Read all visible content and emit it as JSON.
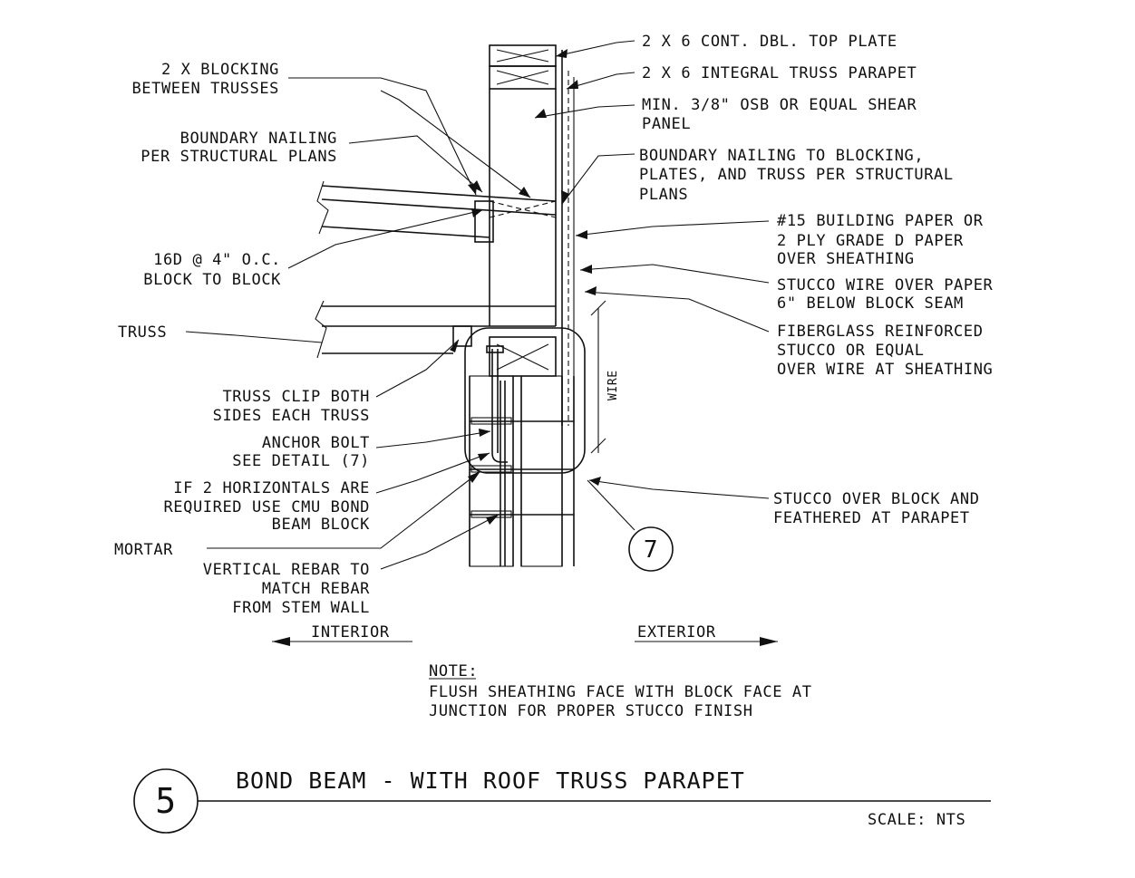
{
  "labels": {
    "top_plate": "2 X 6 CONT. DBL. TOP PLATE",
    "truss_parapet": "2 X 6 INTEGRAL TRUSS PARAPET",
    "osb_1": "MIN. 3/8\" OSB OR EQUAL SHEAR",
    "osb_2": "PANEL",
    "boundary_to_blocking_1": "BOUNDARY NAILING TO BLOCKING,",
    "boundary_to_blocking_2": "PLATES, AND TRUSS PER STRUCTURAL",
    "boundary_to_blocking_3": "PLANS",
    "building_paper_1": "#15 BUILDING PAPER OR",
    "building_paper_2": "2 PLY GRADE D PAPER",
    "building_paper_3": "OVER SHEATHING",
    "stucco_wire_1": "STUCCO WIRE OVER PAPER",
    "stucco_wire_2": "6\" BELOW BLOCK SEAM",
    "fiberglass_1": "FIBERGLASS REINFORCED",
    "fiberglass_2": "STUCCO OR EQUAL",
    "fiberglass_3": "OVER WIRE AT SHEATHING",
    "stucco_block_1": "STUCCO OVER BLOCK AND",
    "stucco_block_2": "FEATHERED AT PARAPET",
    "blocking_1": "2 X BLOCKING",
    "blocking_2": "BETWEEN TRUSSES",
    "boundary_nailing_1": "BOUNDARY NAILING",
    "boundary_nailing_2": "PER STRUCTURAL PLANS",
    "nail_16d_1": "16D @ 4\" O.C.",
    "nail_16d_2": "BLOCK TO BLOCK",
    "truss": "TRUSS",
    "truss_clip_1": "TRUSS CLIP BOTH",
    "truss_clip_2": "SIDES EACH TRUSS",
    "anchor_bolt_1": "ANCHOR BOLT",
    "anchor_bolt_2": "SEE DETAIL (7)",
    "horizontals_1": "IF 2 HORIZONTALS ARE",
    "horizontals_2": "REQUIRED USE CMU BOND",
    "horizontals_3": "BEAM BLOCK",
    "mortar": "MORTAR",
    "rebar_1": "VERTICAL REBAR TO",
    "rebar_2": "MATCH REBAR",
    "rebar_3": "FROM STEM WALL",
    "wire": "WIRE",
    "interior": "INTERIOR",
    "exterior": "EXTERIOR",
    "detail_callout": "7"
  },
  "note": {
    "heading": "NOTE:",
    "line1": "FLUSH SHEATHING FACE WITH BLOCK FACE AT",
    "line2": "JUNCTION FOR PROPER  STUCCO  FINISH"
  },
  "title_block": {
    "detail_number": "5",
    "title": "BOND BEAM - WITH ROOF TRUSS PARAPET",
    "scale": "SCALE: NTS"
  },
  "colors": {
    "ink": "#111111",
    "paper": "#ffffff"
  }
}
